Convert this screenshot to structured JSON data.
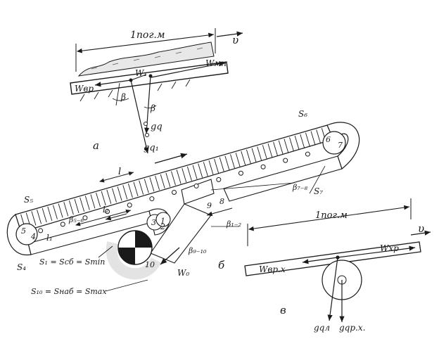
{
  "figure_a": {
    "span": "1пог.м",
    "velocity": "υ",
    "w_mn": "Wмн",
    "w_1": "W₁",
    "w_vr": "Wвр",
    "beta": "β",
    "beta2": "β",
    "gq": "gq",
    "gq1": "gq₁",
    "caption": "а"
  },
  "figure_b": {
    "l": "l",
    "l1": "l₁",
    "l2": "l₂",
    "s5": "S₅",
    "s4": "S₄",
    "s6": "S₆",
    "s7": "S₇",
    "beta56": "β₅₋₆",
    "beta78": "β₇₋₈",
    "beta12": "β₁₋₂",
    "beta910": "β₉₋₁₀",
    "w0": "W₀",
    "eq1": "S₁ = Sсб = Sтіп",
    "eq2": "S₁₀ = Sнаб = Smax",
    "caption": "б",
    "n1": "1",
    "n2": "2",
    "n3": "3",
    "n4": "4",
    "n5": "5",
    "n6": "6",
    "n7": "7",
    "n8": "8",
    "n9": "9",
    "n10": "10"
  },
  "figure_v": {
    "span": "1пог.м",
    "velocity": "υ",
    "w_xr": "Wхр",
    "w_vr_x": "Wвр.х",
    "gql": "gqл",
    "gqrx": "gqр.х.",
    "caption": "в"
  }
}
